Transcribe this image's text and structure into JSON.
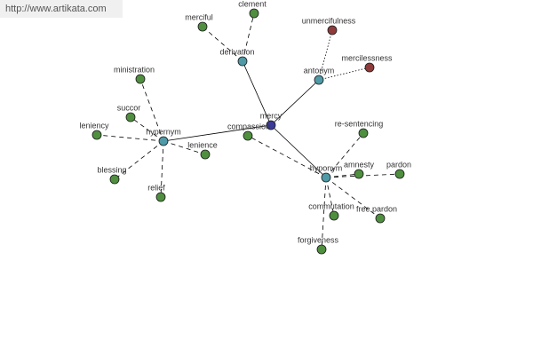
{
  "watermark": {
    "text": "http://www.artikata.com"
  },
  "colors": {
    "center": "#3b3b9a",
    "category": "#4f9aa6",
    "word": "#4f8f3f",
    "antonym_word": "#8e3b3b",
    "edge": "#000000"
  },
  "graph": {
    "nodes": [
      {
        "id": "mercy",
        "label": "mercy",
        "kind": "center"
      },
      {
        "id": "derivation",
        "label": "derivation",
        "kind": "category"
      },
      {
        "id": "antonym",
        "label": "antonym",
        "kind": "category"
      },
      {
        "id": "hypernym",
        "label": "hypernym",
        "kind": "category"
      },
      {
        "id": "hyponym",
        "label": "hyponym",
        "kind": "category"
      },
      {
        "id": "merciful",
        "label": "merciful",
        "kind": "word"
      },
      {
        "id": "clement",
        "label": "clement",
        "kind": "word"
      },
      {
        "id": "unmercifulness",
        "label": "unmercifulness",
        "kind": "antonym_word"
      },
      {
        "id": "mercilessness",
        "label": "mercilessness",
        "kind": "antonym_word"
      },
      {
        "id": "ministration",
        "label": "ministration",
        "kind": "word"
      },
      {
        "id": "succor",
        "label": "succor",
        "kind": "word"
      },
      {
        "id": "leniency",
        "label": "leniency",
        "kind": "word"
      },
      {
        "id": "lenience",
        "label": "lenience",
        "kind": "word"
      },
      {
        "id": "blessing",
        "label": "blessing",
        "kind": "word"
      },
      {
        "id": "relief",
        "label": "relief",
        "kind": "word"
      },
      {
        "id": "compassion",
        "label": "compassion",
        "kind": "word"
      },
      {
        "id": "re-sentencing",
        "label": "re-sentencing",
        "kind": "word"
      },
      {
        "id": "amnesty",
        "label": "amnesty",
        "kind": "word"
      },
      {
        "id": "pardon",
        "label": "pardon",
        "kind": "word"
      },
      {
        "id": "commutation",
        "label": "commutation",
        "kind": "word"
      },
      {
        "id": "free-pardon",
        "label": "free pardon",
        "kind": "word"
      },
      {
        "id": "forgiveness",
        "label": "forgiveness",
        "kind": "word"
      }
    ],
    "edges": [
      {
        "from": "mercy",
        "to": "derivation",
        "style": "solid"
      },
      {
        "from": "mercy",
        "to": "antonym",
        "style": "solid"
      },
      {
        "from": "mercy",
        "to": "hypernym",
        "style": "solid"
      },
      {
        "from": "mercy",
        "to": "hyponym",
        "style": "solid"
      },
      {
        "from": "derivation",
        "to": "merciful",
        "style": "dashed"
      },
      {
        "from": "derivation",
        "to": "clement",
        "style": "dashed"
      },
      {
        "from": "antonym",
        "to": "unmercifulness",
        "style": "dotted"
      },
      {
        "from": "antonym",
        "to": "mercilessness",
        "style": "dotted"
      },
      {
        "from": "hypernym",
        "to": "ministration",
        "style": "dashed"
      },
      {
        "from": "hypernym",
        "to": "succor",
        "style": "dashed"
      },
      {
        "from": "hypernym",
        "to": "leniency",
        "style": "dashed"
      },
      {
        "from": "hypernym",
        "to": "lenience",
        "style": "dashed"
      },
      {
        "from": "hypernym",
        "to": "blessing",
        "style": "dashed"
      },
      {
        "from": "hypernym",
        "to": "relief",
        "style": "dashed"
      },
      {
        "from": "hyponym",
        "to": "compassion",
        "style": "dashed"
      },
      {
        "from": "hyponym",
        "to": "re-sentencing",
        "style": "dashed"
      },
      {
        "from": "hyponym",
        "to": "amnesty",
        "style": "dashed"
      },
      {
        "from": "hyponym",
        "to": "pardon",
        "style": "dashed"
      },
      {
        "from": "hyponym",
        "to": "commutation",
        "style": "dashed"
      },
      {
        "from": "hyponym",
        "to": "free-pardon",
        "style": "dashed"
      },
      {
        "from": "hyponym",
        "to": "forgiveness",
        "style": "dashed"
      }
    ]
  }
}
